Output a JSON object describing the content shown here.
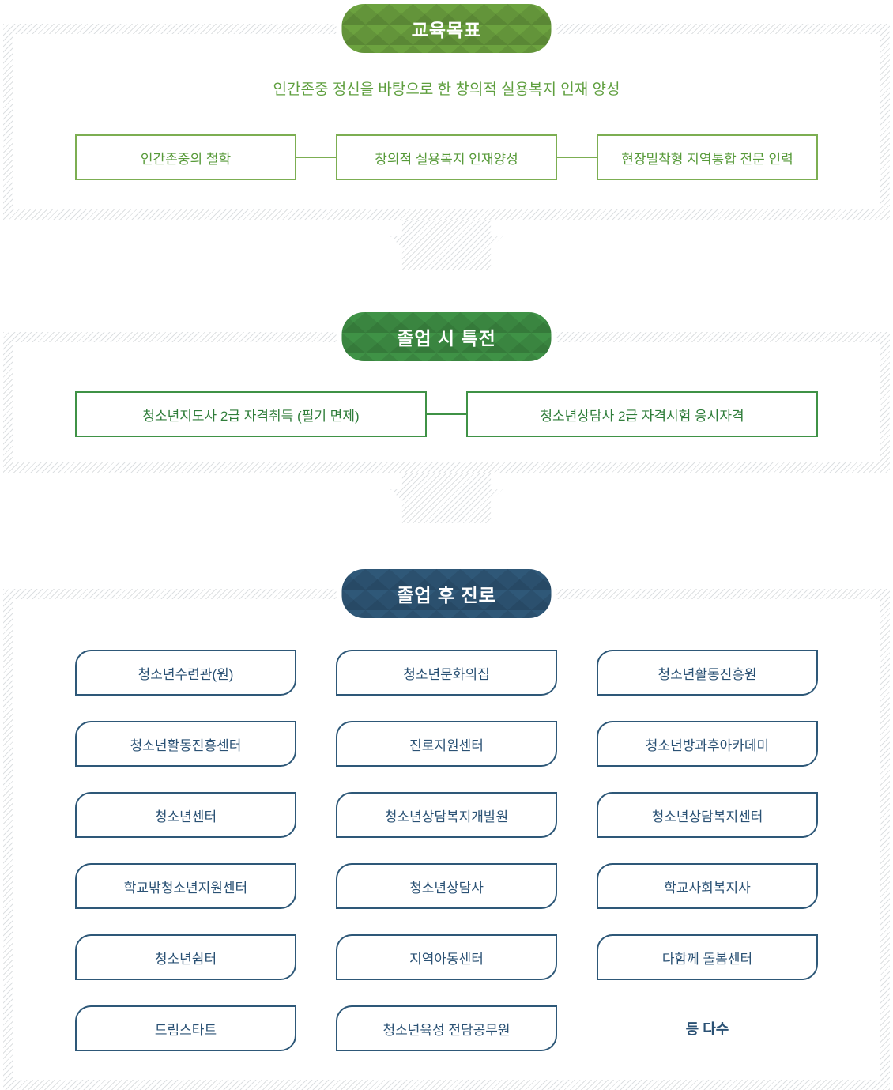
{
  "education_goal": {
    "badge": "교육목표",
    "headline": "인간존중 정신을 바탕으로 한 창의적 실용복지 인재 양성",
    "boxes": [
      "인간존중의 철학",
      "창의적 실용복지 인재양성",
      "현장밀착형 지역통합 전문 인력"
    ]
  },
  "graduation_benefits": {
    "badge": "졸업 시 특전",
    "boxes": [
      "청소년지도사 2급 자격취득 (필기 면제)",
      "청소년상담사 2급 자격시험 응시자격"
    ]
  },
  "career_paths": {
    "badge": "졸업 후 진로",
    "items": [
      "청소년수련관(원)",
      "청소년문화의집",
      "청소년활동진흥원",
      "청소년활동진흥센터",
      "진로지원센터",
      "청소년방과후아카데미",
      "청소년센터",
      "청소년상담복지개발원",
      "청소년상담복지센터",
      "학교밖청소년지원센터",
      "청소년상담사",
      "학교사회복지사",
      "청소년쉼터",
      "지역아동센터",
      "다함께 돌봄센터",
      "드림스타트",
      "청소년육성 전담공무원"
    ],
    "more_label": "등 다수"
  },
  "colors": {
    "badge_green_light": "#6ca23f",
    "badge_green_dark": "#3f9246",
    "badge_navy": "#2f5878",
    "box_border_green_light": "#7cae52",
    "box_text_green_light": "#579a39",
    "box_border_green_dark": "#3f9246",
    "box_text_green_dark": "#2f7d3a",
    "box_border_navy": "#2e5878",
    "box_text_navy": "#2a5174",
    "headline_green": "#5f9f3f",
    "stripe_gray": "#dde0e2"
  }
}
